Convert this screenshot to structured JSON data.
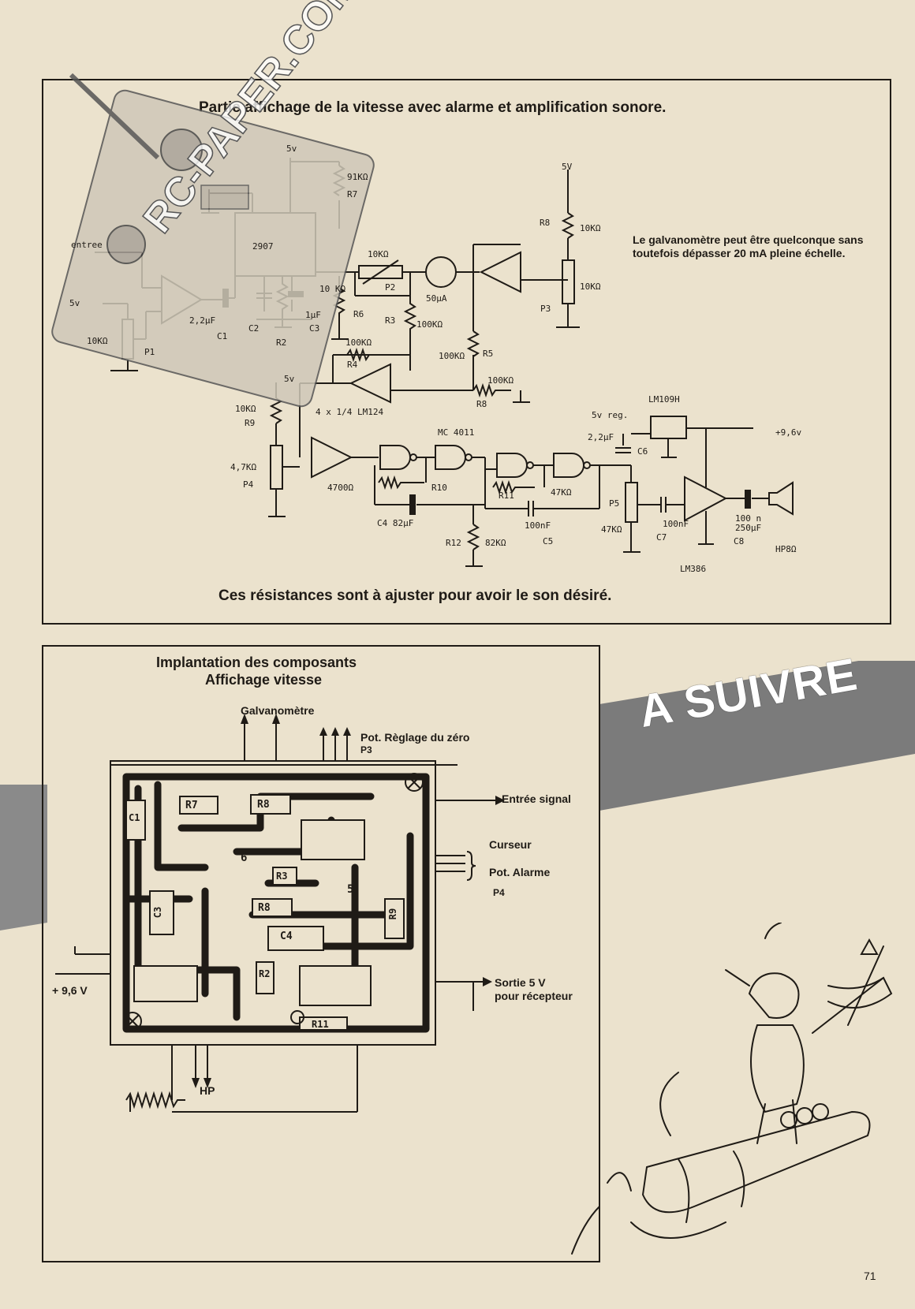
{
  "page_number": "71",
  "watermark": "RC-PAPER.COM",
  "banner": {
    "text": "A SUIVRE",
    "color": "#7b7b7b"
  },
  "schematic": {
    "title": "Partie affichage de la vitesse avec alarme et amplification sonore.",
    "note": "Le galvanomètre peut être quelconque sans toutefois dépasser 20 mA pleine échelle.",
    "footer": "Ces résistances sont à ajuster pour avoir le son désiré.",
    "labels": {
      "v5a": "5v",
      "v5b": "5v",
      "v5c": "5V",
      "v5d": "5v",
      "entree": "entree",
      "r7v": "91KΩ",
      "r7": "R7",
      "ic2907": "2907",
      "p2v": "10KΩ",
      "p2": "P2",
      "meter": "50μA",
      "r8a": "R8",
      "r8av": "10KΩ",
      "p3v": "10KΩ",
      "p3": "P3",
      "p1v": "10KΩ",
      "p1": "P1",
      "c1v": "2,2μF",
      "c1": "C1",
      "c2": "C2",
      "r2": "R2",
      "c3v": "1μF",
      "c3": "C3",
      "r6v": "10 KΩ",
      "r6": "R6",
      "r3": "R3",
      "r3v": "100KΩ",
      "r4v": "100KΩ",
      "r4": "R4",
      "r5v": "100KΩ",
      "r5": "R5",
      "r8bv": "100KΩ",
      "r8b": "R8",
      "r9v": "10KΩ",
      "r9": "R9",
      "lm124": "4 x 1/4 LM124",
      "p4v": "4,7KΩ",
      "p4": "P4",
      "mc4011": "MC 4011",
      "r10v": "4700Ω",
      "r10": "R10",
      "c4": "C4 82μF",
      "r12": "R12",
      "r12v": "82KΩ",
      "r11": "R11",
      "r11v": "47KΩ",
      "c5v": "100nF",
      "c5": "C5",
      "lm109": "LM109H",
      "reg": "5v reg.",
      "c6v": "2,2μF",
      "c6": "C6",
      "vin": "+9,6v",
      "p5": "P5",
      "p5v": "47KΩ",
      "c7v": "100nF",
      "c7": "C7",
      "c8v": "100 n\n250μF",
      "c8": "C8",
      "hp": "HP8Ω",
      "lm386": "LM386"
    }
  },
  "implantation": {
    "title_line1": "Implantation des composants",
    "title_line2": "Affichage vitesse",
    "galvanometre": "Galvanomètre",
    "pot_zero": "Pot. Règlage du zéro",
    "p3": "P3",
    "entree_signal": "Entrée signal",
    "curseur": "Curseur",
    "pot_alarme": "Pot. Alarme",
    "p4": "P4",
    "alim": "+ 9,6 V",
    "sortie_line1": "Sortie 5 V",
    "sortie_line2": "pour récepteur",
    "hp": "HP",
    "pcb": {
      "r7": "R7",
      "r8": "R8",
      "r8b": "R8",
      "r9": "R9",
      "r3": "R3",
      "c3": "C3",
      "c4": "C4",
      "r2": "R2",
      "r11": "R11",
      "c1": "C1",
      "n6": "6",
      "n5": "5"
    }
  }
}
